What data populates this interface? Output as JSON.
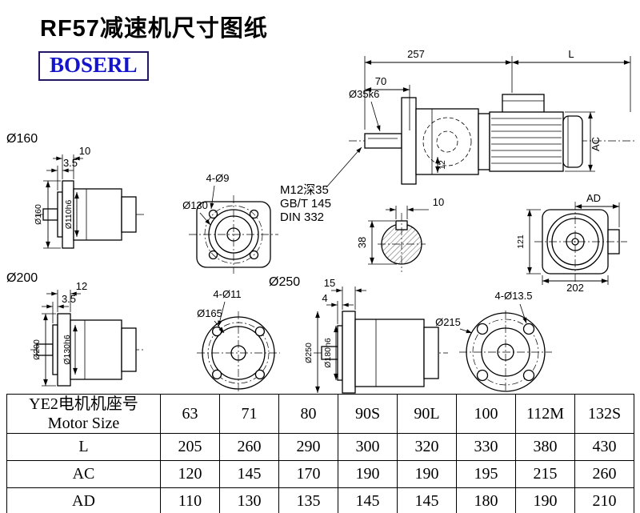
{
  "page": {
    "title": "RF57减速机尺寸图纸",
    "brand": "BOSERL"
  },
  "colors": {
    "brand_text": "#1414cc",
    "brand_border": "#251565",
    "line": "#000000"
  },
  "assembly": {
    "dim_257": "257",
    "dim_L": "L",
    "dim_70": "70",
    "shaft_dia": "Ø35k6",
    "dim_AC": "AC",
    "dim_12": "12"
  },
  "unit160": {
    "group_label": "Ø160",
    "flange_thickness": "10",
    "spigot_depth": "3.5",
    "flange_dia": "Ø160",
    "spigot_dia": "Ø110h6"
  },
  "flange160_face": {
    "bolt_holes": "4-Ø9",
    "bolt_circle": "Ø130"
  },
  "shaft_notes": {
    "line1": "M12深35",
    "line2": "GB/T 145",
    "line3": "DIN 332"
  },
  "key_section": {
    "key_width": "10",
    "key_height": "38"
  },
  "motor_end_view": {
    "dim_AD": "AD",
    "dim_121": "121",
    "dim_202": "202"
  },
  "unit200": {
    "group_label": "Ø200",
    "flange_thickness": "12",
    "spigot_depth": "3.5",
    "flange_dia": "Ø200",
    "spigot_dia": "Ø130h6"
  },
  "flange200_face": {
    "bolt_holes": "4-Ø11",
    "bolt_circle": "Ø165"
  },
  "unit250": {
    "group_label": "Ø250",
    "flange_thickness": "15",
    "spigot_depth": "4",
    "flange_dia": "Ø250",
    "spigot_dia": "Ø180h6"
  },
  "flange250_face": {
    "bolt_holes": "4-Ø13.5",
    "bolt_circle": "Ø215"
  },
  "table": {
    "header_line1": "YE2电机机座号",
    "header_line2": "Motor Size",
    "sizes": [
      "63",
      "71",
      "80",
      "90S",
      "90L",
      "100",
      "112M",
      "132S"
    ],
    "rows": [
      {
        "label": "L",
        "values": [
          "205",
          "260",
          "290",
          "300",
          "320",
          "330",
          "380",
          "430"
        ]
      },
      {
        "label": "AC",
        "values": [
          "120",
          "145",
          "170",
          "190",
          "190",
          "195",
          "215",
          "260"
        ]
      },
      {
        "label": "AD",
        "values": [
          "110",
          "130",
          "135",
          "145",
          "145",
          "180",
          "190",
          "210"
        ]
      }
    ]
  }
}
